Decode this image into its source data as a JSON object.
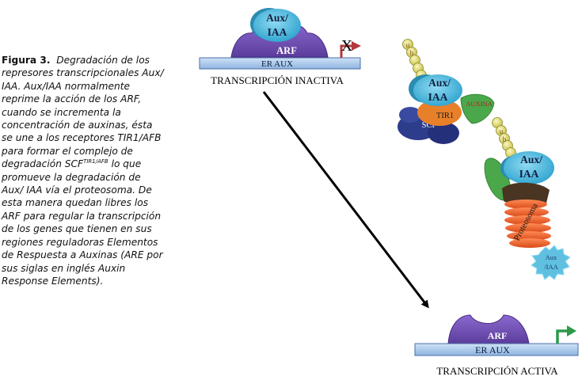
{
  "caption": {
    "label": "Figura 3.",
    "text_1": "Degradación de los represores transcripcionales Aux/ IAA. Aux/IAA normalmente reprime la acción de los ARF, cuando se incrementa la concentración de auxinas, ésta se une a los receptores TIR1/AFB para formar el complejo de degradación SCF",
    "superscript": "TIR1/AFB",
    "text_2": " lo que promueve la degradación de Aux/ IAA vía el proteosoma. De esta manera quedan libres los ARF para regular la transcripción de los genes que tienen en sus regiones reguladoras Elementos de Respuesta a Auxinas  (ARE por sus siglas en inglés Auxin Response Elements)."
  },
  "inactive": {
    "aux_line1": "Aux/",
    "aux_line2": "IAA",
    "arf": "ARF",
    "er_aux": "ER AUX",
    "blocked_mark": "X",
    "title": "TRANSCRIPCIÓN INACTIVA"
  },
  "complex": {
    "ub_letter": "u",
    "ub2_letter": "b",
    "aux_line1": "Aux/",
    "aux_line2": "IAA",
    "tir1": "TIR1",
    "auxina": "AUXINA",
    "scf": "SCF"
  },
  "proteasome": {
    "aux_line1": "Aux/",
    "aux_line2": "IAA",
    "label": "Proteosoma",
    "fragment_line1": "Aux",
    "fragment_line2": "/IAA"
  },
  "active": {
    "arf": "ARF",
    "er_aux": "ER AUX",
    "title": "TRANSCRIPCIÓN ACTIVA"
  },
  "colors": {
    "aux_iaa": "#4cb8dc",
    "aux_iaa_dark": "#2a8cb0",
    "arf": "#7452b4",
    "er_bar": "#a9c8ea",
    "er_border": "#4a6fa8",
    "tir1": "#e8802a",
    "auxina": "#4aa84a",
    "scf": "#2e3c8c",
    "ubiquitin": "#e8e27a",
    "proteasome": "#f0622a",
    "proteasome_cap": "#4a3422",
    "promoter_off": "#b23a3a",
    "promoter_on": "#2a9a4a"
  }
}
